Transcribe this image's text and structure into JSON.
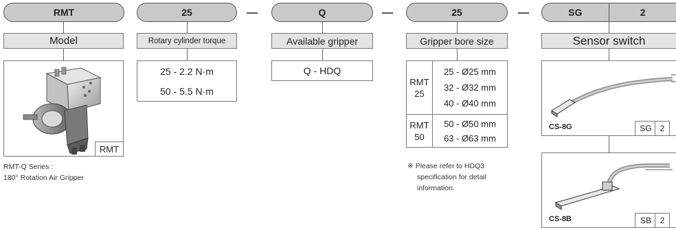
{
  "code_pills": {
    "model": "RMT",
    "torque": "25",
    "gripper": "Q",
    "bore": "25",
    "sensor": "SG",
    "sensor_qty": "2"
  },
  "separator": "—",
  "model": {
    "header": "Model",
    "image_tag": "RMT",
    "note_line1": "RMT-Q Series :",
    "note_line2": "180° Rotation Air Gripper"
  },
  "torque": {
    "header": "Rotary cylinder torque",
    "options": [
      "25 - 2.2 N·m",
      "50 - 5.5 N·m"
    ]
  },
  "gripper": {
    "header": "Available gripper",
    "option": "Q - HDQ"
  },
  "bore": {
    "header": "Gripper bore size",
    "groups": [
      {
        "label_line1": "RMT",
        "label_line2": "25",
        "sizes": [
          "25 - Ø25 mm",
          "32 - Ø32 mm",
          "40 - Ø40 mm"
        ]
      },
      {
        "label_line1": "RMT",
        "label_line2": "50",
        "sizes": [
          "50 - Ø50 mm",
          "63 - Ø63 mm"
        ]
      }
    ],
    "note_mark": "※",
    "note_line1": "Please refer to HDQ3",
    "note_line2": "specification for detail",
    "note_line3": "information."
  },
  "sensor": {
    "header": "Sensor switch",
    "items": [
      {
        "model": "CS-8G",
        "code": "SG",
        "qty": "2"
      },
      {
        "model": "CS-8B",
        "code": "SB",
        "qty": "2"
      }
    ]
  }
}
